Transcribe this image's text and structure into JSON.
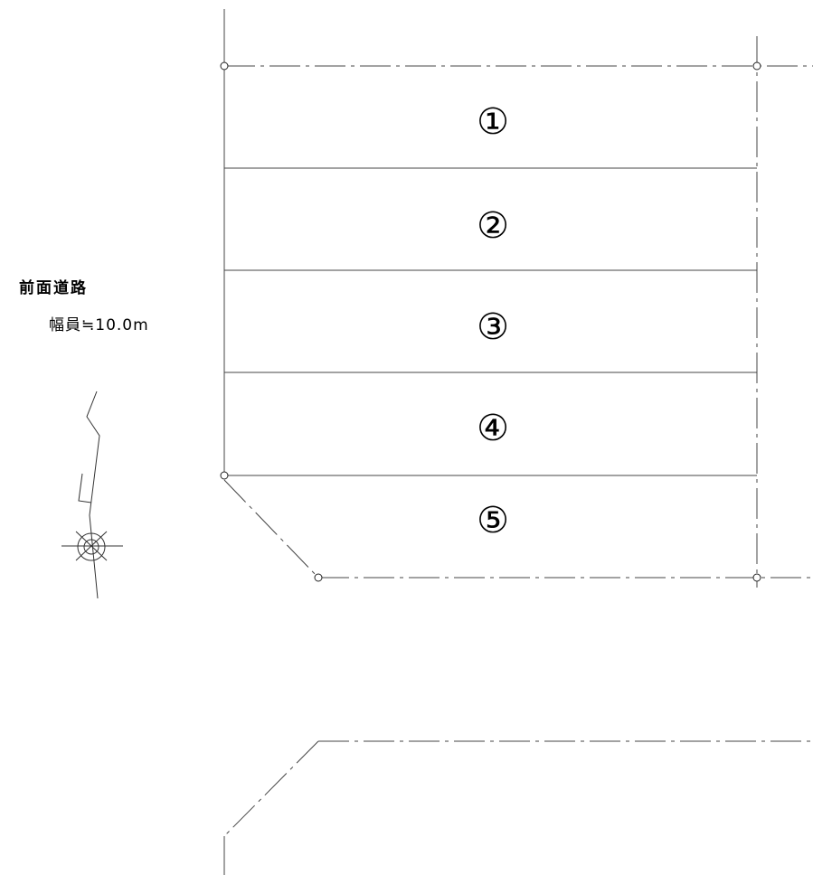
{
  "road": {
    "title": "前面道路",
    "width_label": "幅員≒10.0m"
  },
  "lots": [
    {
      "label": "①"
    },
    {
      "label": "②"
    },
    {
      "label": "③"
    },
    {
      "label": "④"
    },
    {
      "label": "⑤"
    }
  ],
  "symbols": {
    "boundary_marker": "circle-icon",
    "north_arrow": "north-arrow-icon"
  }
}
